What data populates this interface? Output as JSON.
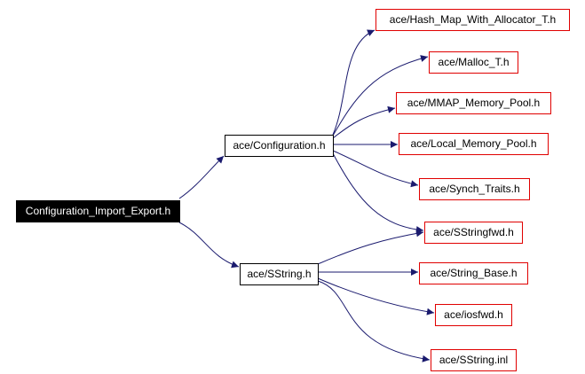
{
  "colors": {
    "edge": "#1a1a6e",
    "root_fill": "#000000",
    "root_text": "#ffffff",
    "documented_border": "#000000",
    "undocumented_border": "#e00000",
    "node_fill": "#ffffff",
    "node_text": "#000000"
  },
  "nodes": {
    "root": {
      "label": "Configuration_Import_Export.h",
      "kind": "root"
    },
    "configuration": {
      "label": "ace/Configuration.h",
      "kind": "documented"
    },
    "sstring": {
      "label": "ace/SString.h",
      "kind": "documented"
    },
    "hash_map": {
      "label": "ace/Hash_Map_With_Allocator_T.h",
      "kind": "undocumented"
    },
    "malloc_t": {
      "label": "ace/Malloc_T.h",
      "kind": "undocumented"
    },
    "mmap_pool": {
      "label": "ace/MMAP_Memory_Pool.h",
      "kind": "undocumented"
    },
    "local_pool": {
      "label": "ace/Local_Memory_Pool.h",
      "kind": "undocumented"
    },
    "synch_traits": {
      "label": "ace/Synch_Traits.h",
      "kind": "undocumented"
    },
    "sstringfwd": {
      "label": "ace/SStringfwd.h",
      "kind": "undocumented"
    },
    "string_base": {
      "label": "ace/String_Base.h",
      "kind": "undocumented"
    },
    "iosfwd": {
      "label": "ace/iosfwd.h",
      "kind": "undocumented"
    },
    "sstring_inl": {
      "label": "ace/SString.inl",
      "kind": "undocumented"
    }
  },
  "edges": [
    [
      "root",
      "configuration"
    ],
    [
      "root",
      "sstring"
    ],
    [
      "configuration",
      "hash_map"
    ],
    [
      "configuration",
      "malloc_t"
    ],
    [
      "configuration",
      "mmap_pool"
    ],
    [
      "configuration",
      "local_pool"
    ],
    [
      "configuration",
      "synch_traits"
    ],
    [
      "configuration",
      "sstringfwd"
    ],
    [
      "sstring",
      "sstringfwd"
    ],
    [
      "sstring",
      "string_base"
    ],
    [
      "sstring",
      "iosfwd"
    ],
    [
      "sstring",
      "sstring_inl"
    ]
  ]
}
